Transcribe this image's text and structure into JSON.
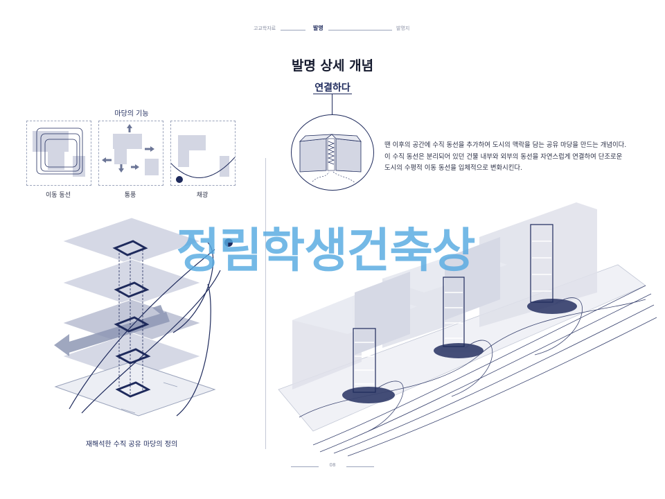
{
  "nav": {
    "left": "고교학자료",
    "center": "발명",
    "right": "발명지"
  },
  "title": "발명 상세 개념",
  "subtitle": "연결하다",
  "description": [
    "땐 이후의 공간에 수직 동선을 추가하여 도시의 맥락을 담는 공유 마당을 만드는 개념이다.",
    "이 수직 동선은 분리되어 있던 건물 내부와 외부의 동선을 자연스럽게 연결하여 단조로운",
    "도시의 수평적 이동 동선을 입체적으로 변화시킨다."
  ],
  "functions": {
    "title": "마당의 기능",
    "items": [
      {
        "label": "이동 동선"
      },
      {
        "label": "통풍"
      },
      {
        "label": "채광"
      }
    ]
  },
  "caption": "재해석한 수직 공유 마당의 정의",
  "page_number": "08",
  "watermark": "정림학생건축상",
  "colors": {
    "navy": "#1e2a5c",
    "pale_block": "#d3d6e3",
    "watermark": "#56aae0"
  }
}
